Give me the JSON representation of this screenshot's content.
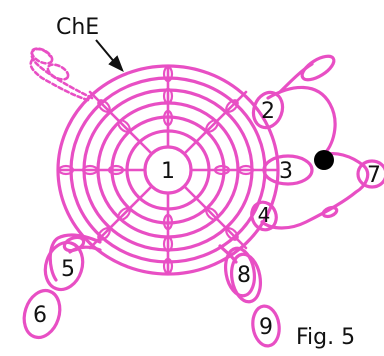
{
  "diagram": {
    "top_label": "ChE",
    "figure_label": "Fig. 5",
    "part_numbers": [
      "1",
      "2",
      "3",
      "4",
      "5",
      "6",
      "7",
      "8",
      "9"
    ]
  },
  "colors": {
    "thread": "#e84fc4",
    "bead_marker": "#000000",
    "text": "#111111",
    "background": "#ffffff"
  },
  "icons": {
    "body": "concentric-rings",
    "nose_marker": "black-dot",
    "tail": "dashed-loops"
  }
}
